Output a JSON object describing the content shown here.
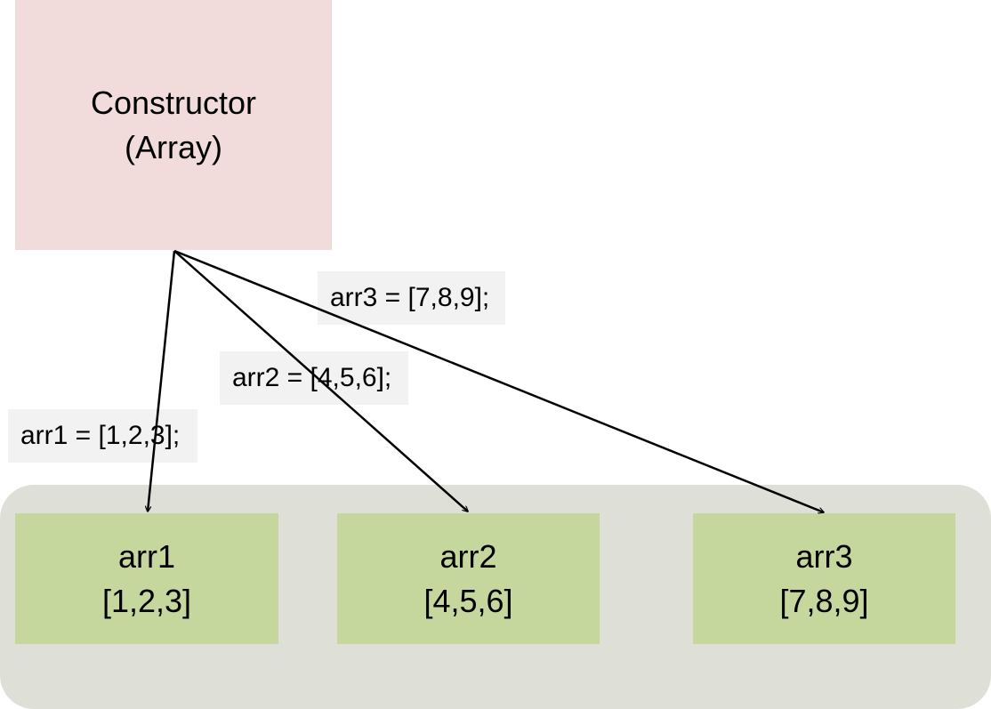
{
  "constructor": {
    "line1": "Constructor",
    "line2": "(Array)"
  },
  "instances": [
    {
      "name": "arr1",
      "value": "[1,2,3]"
    },
    {
      "name": "arr2",
      "value": "[4,5,6]"
    },
    {
      "name": "arr3",
      "value": "[7,8,9]"
    }
  ],
  "edge_labels": [
    "arr1 = [1,2,3];",
    "arr2 = [4,5,6];",
    "arr3 = [7,8,9];"
  ],
  "colors": {
    "constructor_fill": "#f2dcdb",
    "instance_fill": "#c5d79d",
    "container_fill": "#dee0d8",
    "label_fill": "#f2f2f2",
    "arrow": "#000000"
  }
}
